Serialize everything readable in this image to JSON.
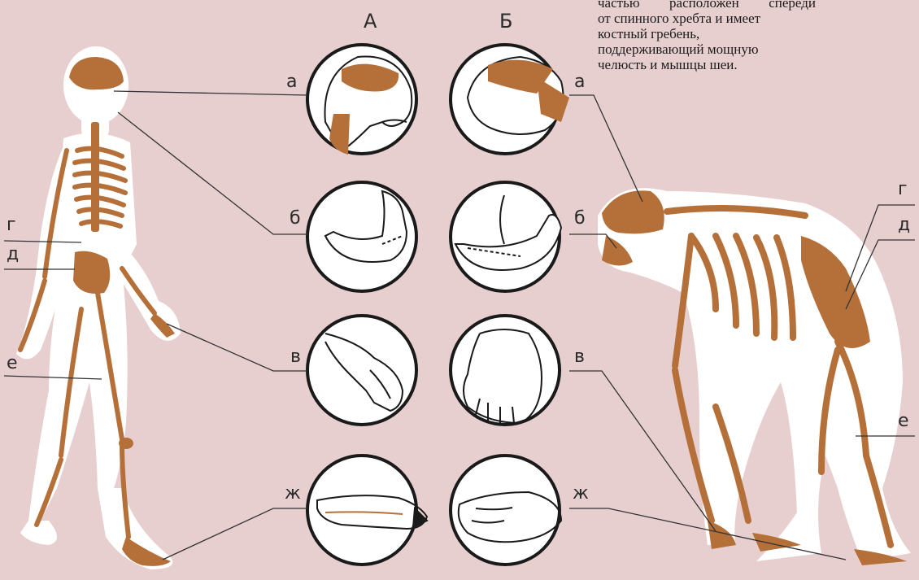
{
  "columns": {
    "a": "А",
    "b": "Б"
  },
  "caption_lines": [
    "частью расположен спереди",
    "от спинного хребта и имеет",
    "костный гребень,",
    "поддерживающий мощную",
    "челюсть и мышцы шеи."
  ],
  "left_labels": {
    "g": "г",
    "d": "д",
    "e": "е"
  },
  "center_labels_a": {
    "a": "а",
    "b": "б",
    "v": "в",
    "zh": "ж"
  },
  "center_labels_b": {
    "a": "а",
    "b": "б",
    "v": "в",
    "zh": "ж"
  },
  "right_labels": {
    "g": "г",
    "d": "д",
    "e": "е"
  },
  "colors": {
    "bone": "#b5703a",
    "background": "#e7cfcf",
    "line": "#333333"
  }
}
